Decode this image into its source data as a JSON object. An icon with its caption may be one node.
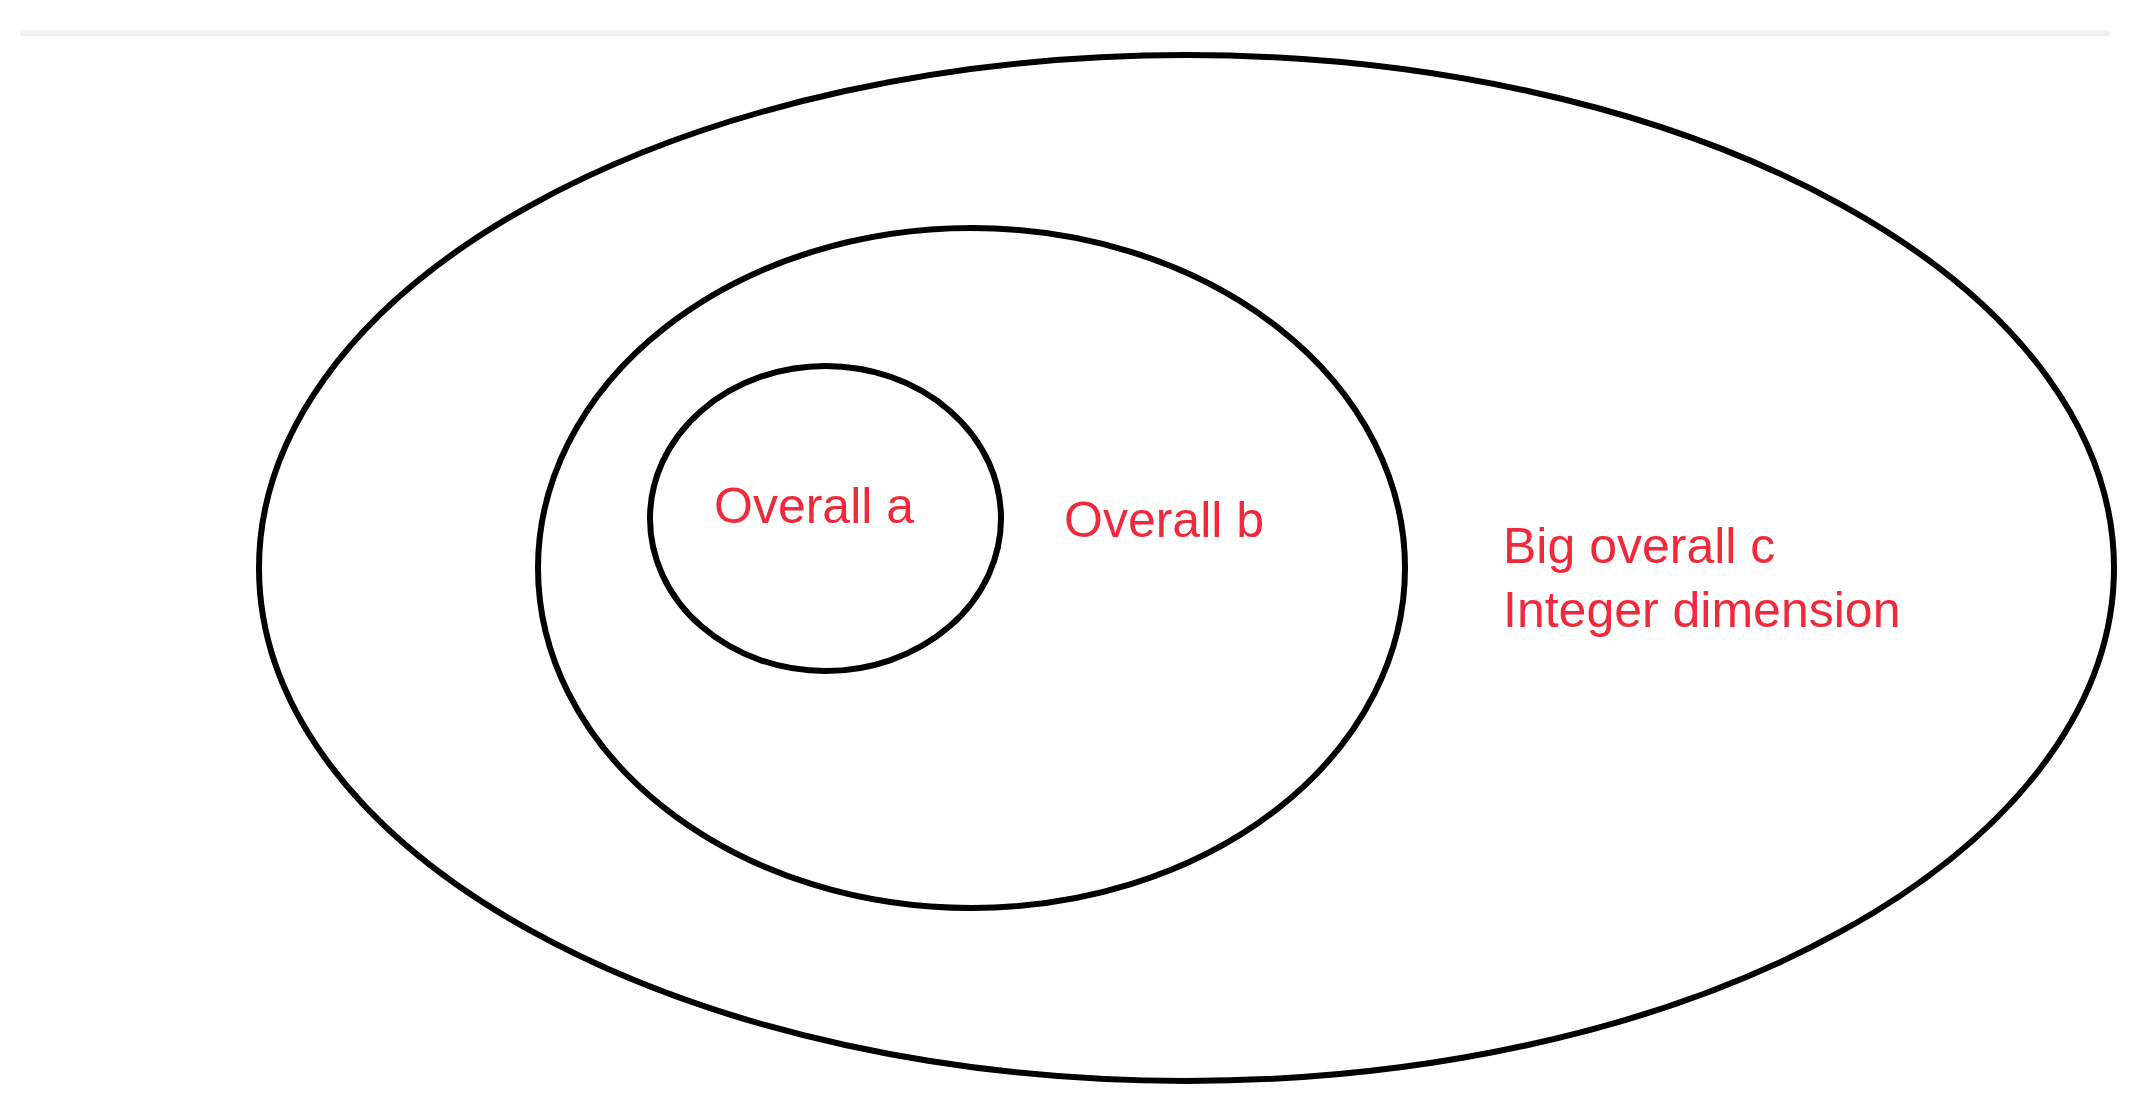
{
  "diagram": {
    "nodes": [
      {
        "text": [
          "Big overall c",
          "Integer dimension"
        ]
      },
      {
        "text": [
          "Overall b"
        ],
        "in": 0
      },
      {
        "text": [
          "Overall a"
        ],
        "in": 1
      }
    ]
  }
}
